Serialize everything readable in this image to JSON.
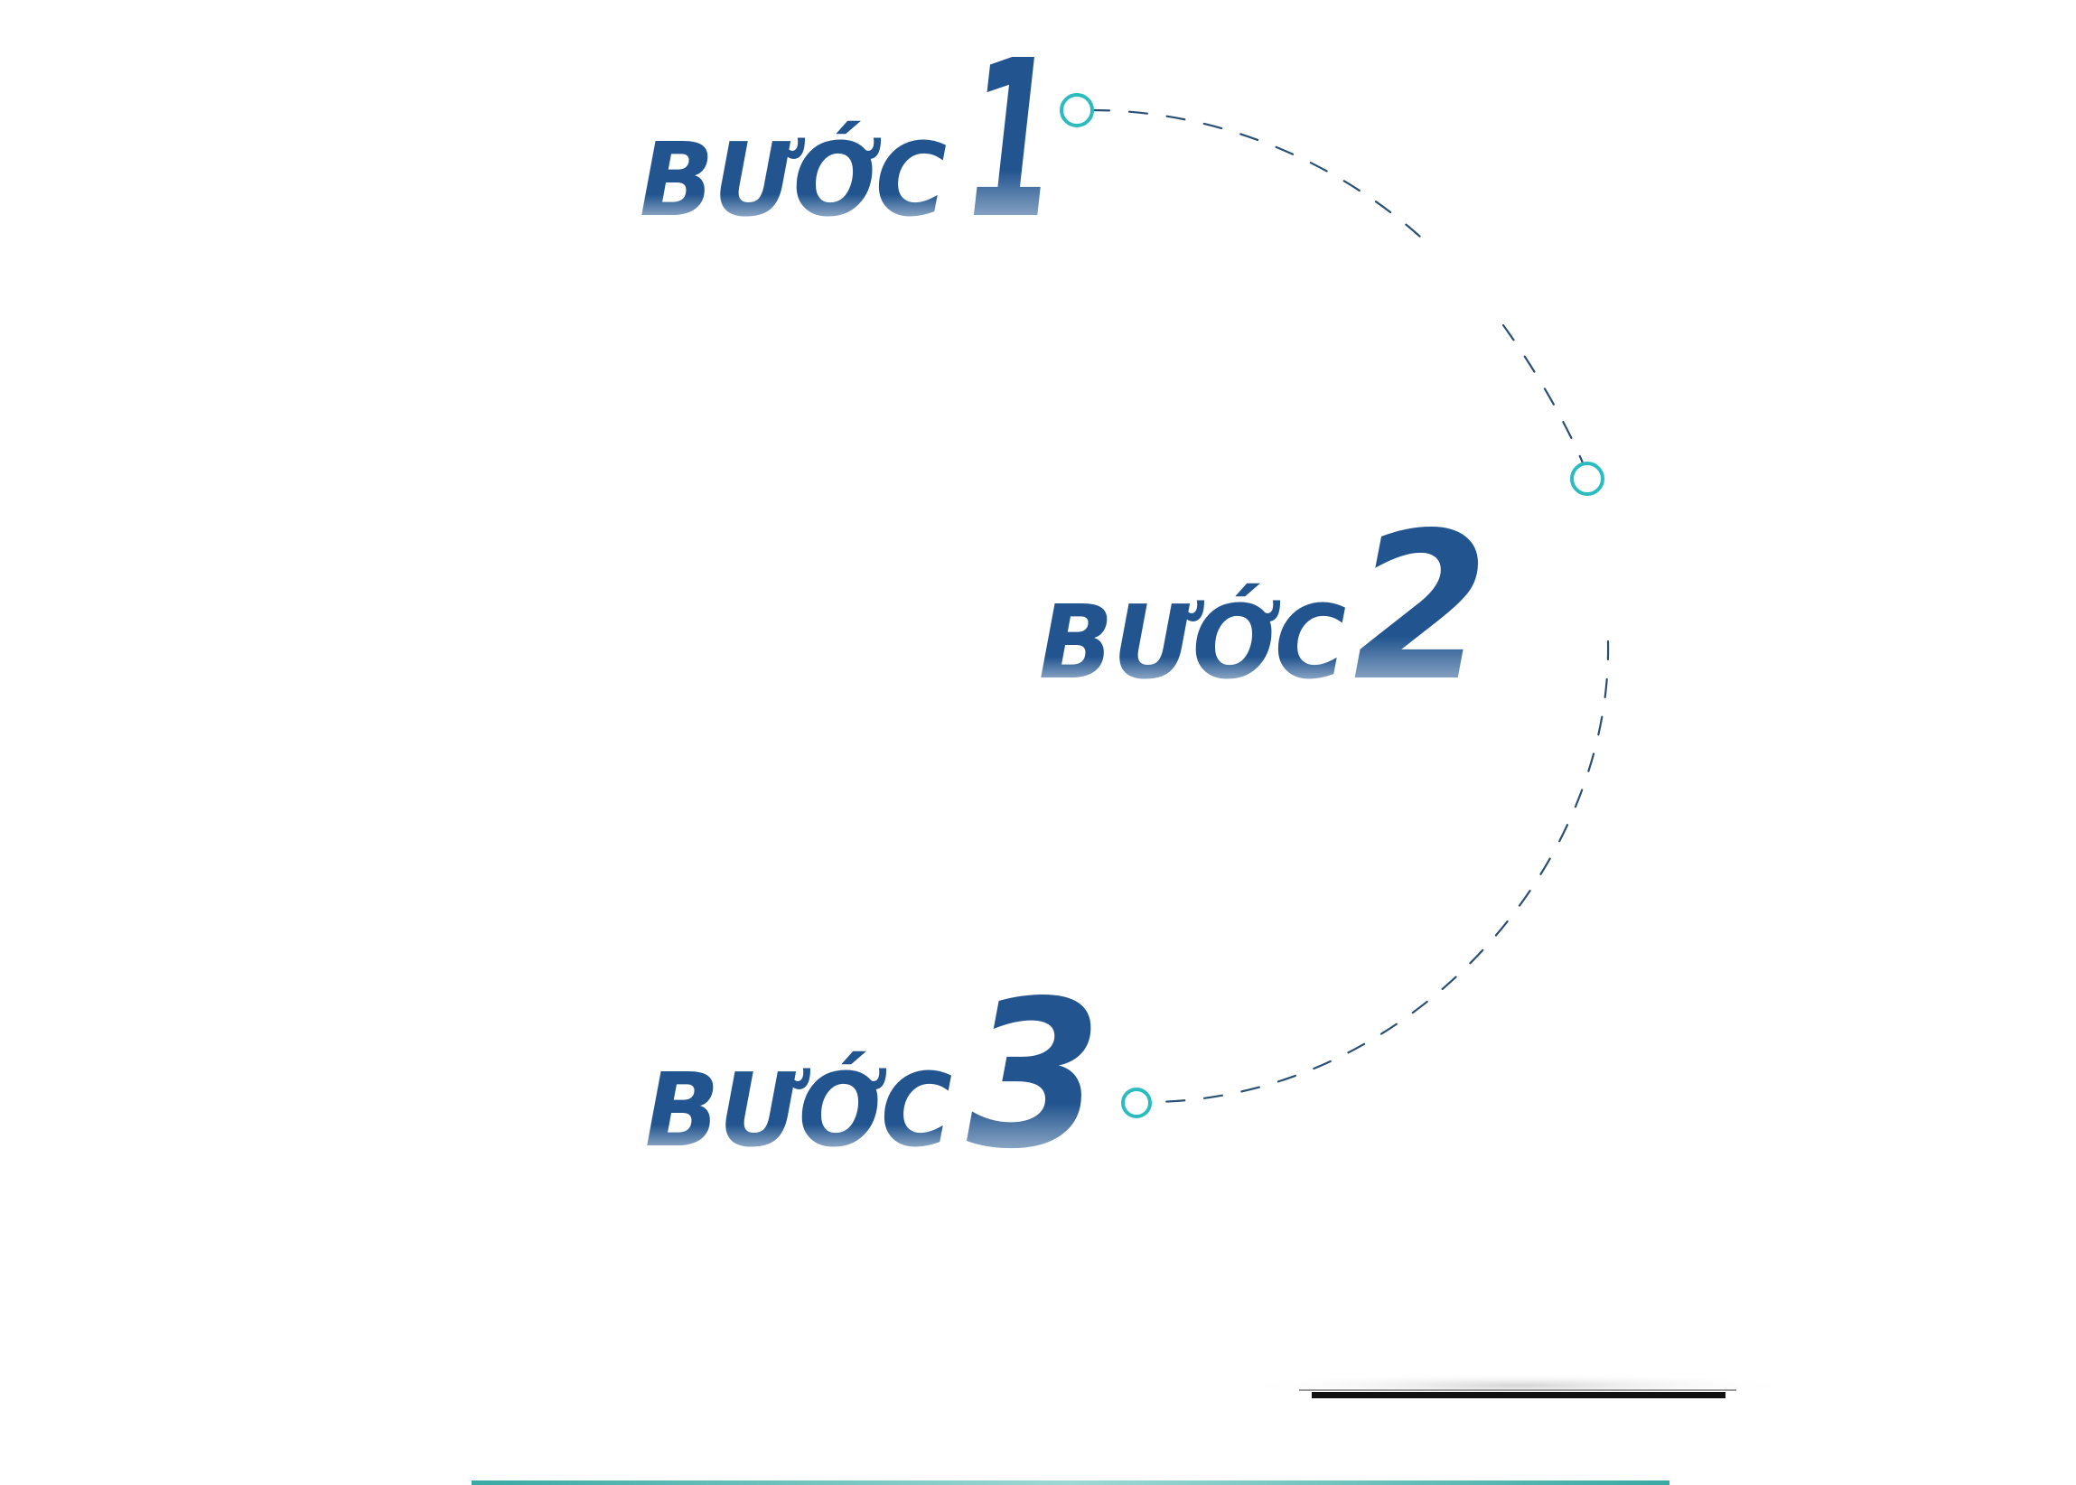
{
  "steps": [
    {
      "word": "BƯỚC",
      "number": "1"
    },
    {
      "word": "BƯỚC",
      "number": "2"
    },
    {
      "word": "BƯỚC",
      "number": "3"
    }
  ],
  "colors": {
    "step_text_top": "#22558f",
    "step_text_bottom": "#ffffff",
    "connector_dash": "#2a4f74",
    "node_ring": "#2cbcc0",
    "base_line_left": "#3aa9a4",
    "base_line_right": "#9fd8d4",
    "shelf_dark": "#111111",
    "shelf_shadow": "#d9d9d9"
  }
}
